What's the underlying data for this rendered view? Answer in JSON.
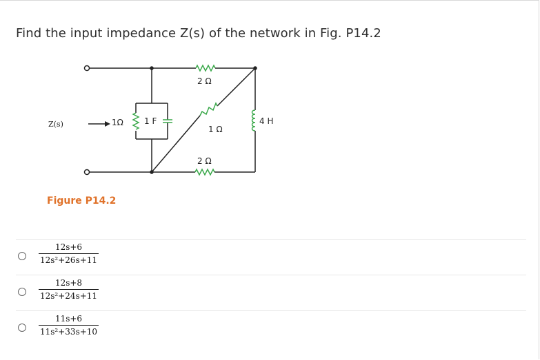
{
  "question": {
    "text": "Find the input impedance Z(s) of the network in Fig. P14.2"
  },
  "figure": {
    "caption": "Figure P14.2",
    "labels": {
      "input": "Z(s)",
      "r_top": "2 Ω",
      "r_left": "1Ω",
      "c_left": "1 F",
      "r_mid": "1 Ω",
      "r_bottom": "2 Ω",
      "l_right": "4 H"
    }
  },
  "options": [
    {
      "numerator": "12s+6",
      "denominator": "12s²+26s+11"
    },
    {
      "numerator": "12s+8",
      "denominator": "12s²+24s+11"
    },
    {
      "numerator": "11s+6",
      "denominator": "11s²+33s+10"
    }
  ]
}
